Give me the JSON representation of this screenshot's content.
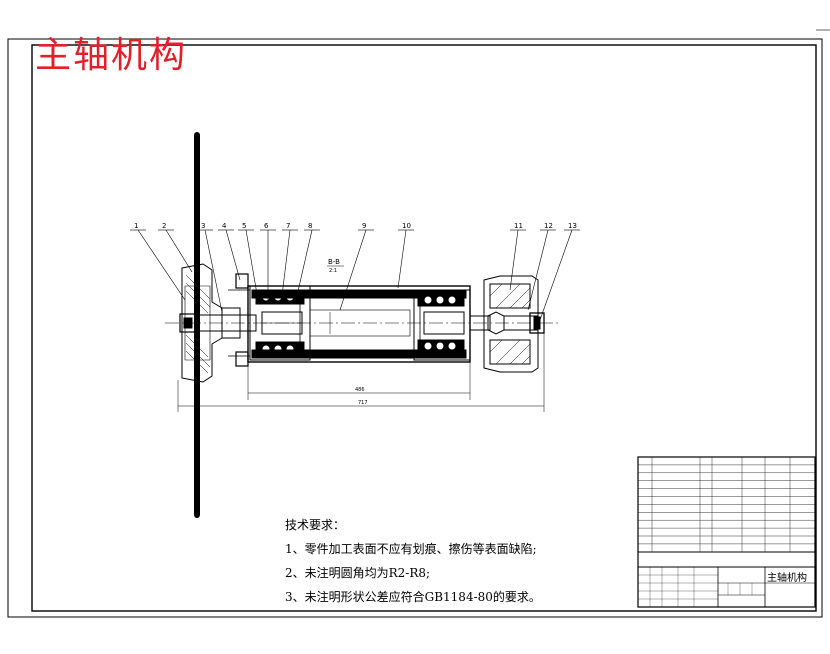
{
  "title_cn": "主轴机构",
  "tech_requirements": {
    "heading": "技术要求：",
    "items": [
      "1、零件加工表面不应有划痕、擦伤等表面缺陷;",
      "2、未注明圆角均为R2-R8;",
      "3、未注明形状公差应符合GB1184-80的要求。"
    ]
  },
  "callouts": [
    "1",
    "2",
    "3",
    "4",
    "5",
    "6",
    "7",
    "8",
    "9",
    "10",
    "11",
    "12",
    "13"
  ],
  "section_label": "B-B",
  "title_block": {
    "drawing_name": "主轴机构"
  },
  "colors": {
    "line": "#000000",
    "title_red": "#e0202a"
  }
}
